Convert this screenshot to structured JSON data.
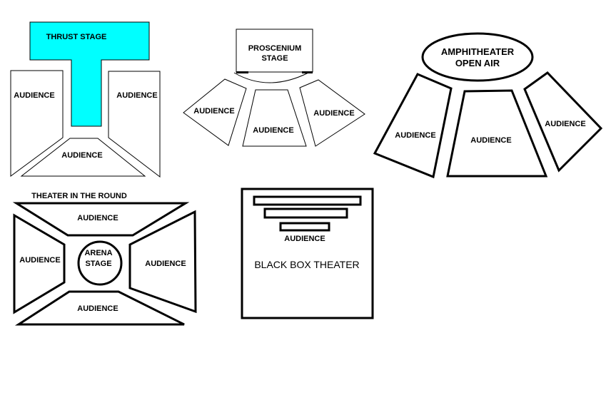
{
  "colors": {
    "thrust_stage": "#00FFFF",
    "line": "#000000",
    "background": "#FFFFFF"
  },
  "thrust": {
    "stage_label": "THRUST STAGE",
    "audience_left": "AUDIENCE",
    "audience_right": "AUDIENCE",
    "audience_bottom": "AUDIENCE"
  },
  "proscenium": {
    "stage_label_1": "PROSCENIUM",
    "stage_label_2": "STAGE",
    "audience_left": "AUDIENCE",
    "audience_center": "AUDIENCE",
    "audience_right": "AUDIENCE"
  },
  "amphitheater": {
    "stage_label_1": "AMPHITHEATER",
    "stage_label_2": "OPEN AIR",
    "audience_left": "AUDIENCE",
    "audience_center": "AUDIENCE",
    "audience_right": "AUDIENCE"
  },
  "round": {
    "title": "THEATER IN THE ROUND",
    "stage_label_1": "ARENA",
    "stage_label_2": "STAGE",
    "audience_top": "AUDIENCE",
    "audience_left": "AUDIENCE",
    "audience_right": "AUDIENCE",
    "audience_bottom": "AUDIENCE"
  },
  "blackbox": {
    "audience": "AUDIENCE",
    "title": "BLACK BOX THEATER"
  }
}
